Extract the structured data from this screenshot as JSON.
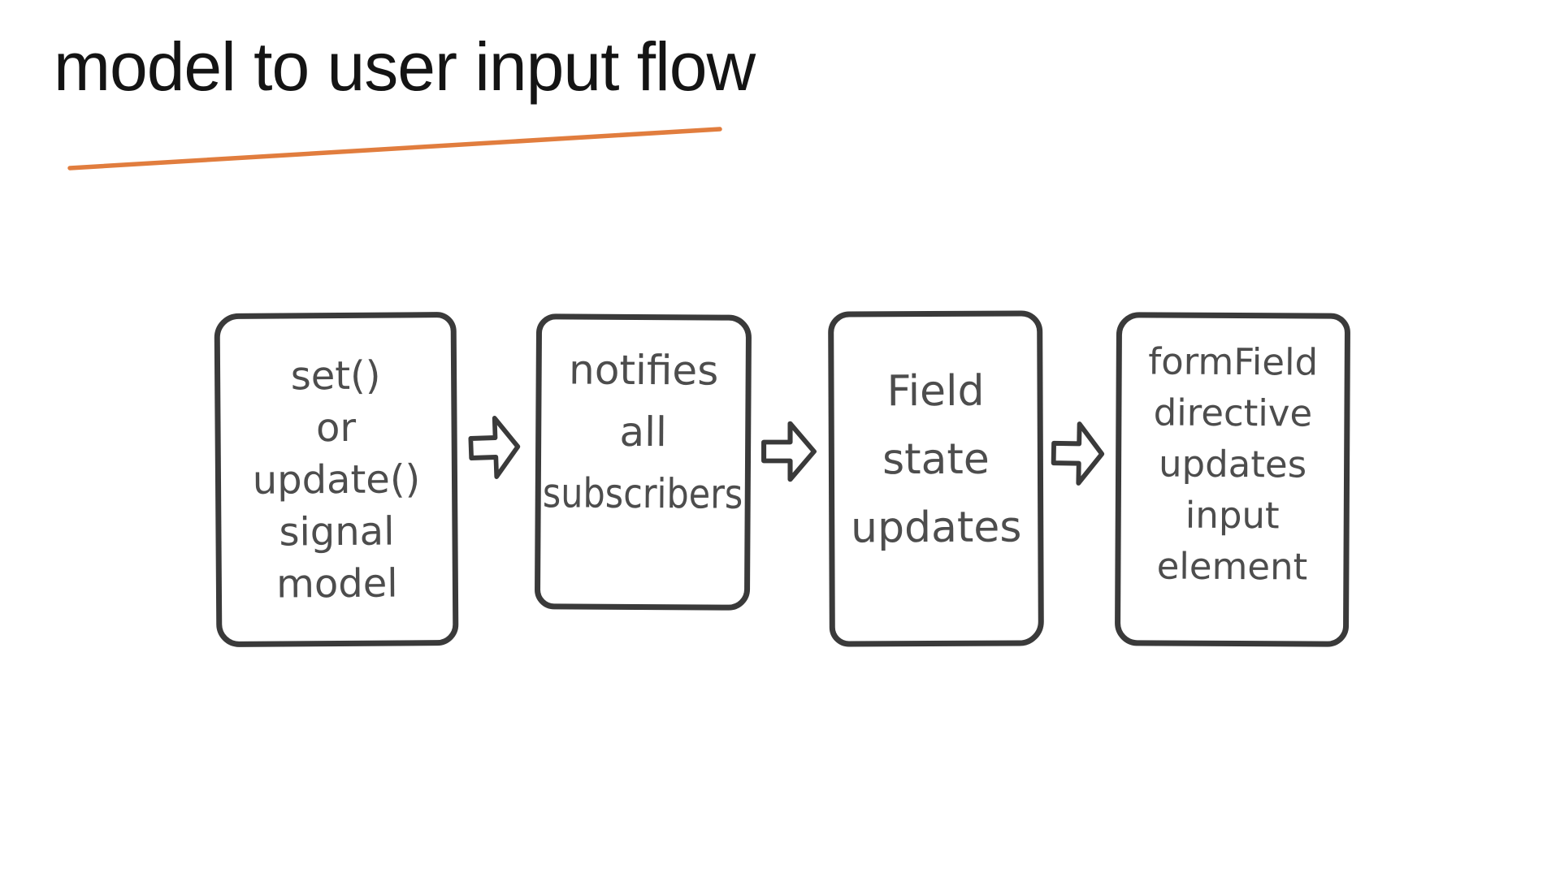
{
  "slide": {
    "title": "model to user input flow",
    "background_color": "#FFFFFF",
    "accent_color": "#E17D3E",
    "ink_color": "#3A3A3A",
    "text_color": "#4D4D4D"
  },
  "diagram": {
    "flow_direction": "left-to-right",
    "boxes": [
      {
        "lines": [
          "set()",
          "or",
          "update()",
          "signal",
          "model"
        ]
      },
      {
        "lines": [
          "notifies",
          "all",
          "subscribers"
        ]
      },
      {
        "lines": [
          "Field",
          "state",
          "updates"
        ]
      },
      {
        "lines": [
          "formField",
          "directive",
          "updates",
          "input",
          "element"
        ]
      }
    ],
    "connector_icon": "right-block-arrow",
    "connector_count": 3
  }
}
